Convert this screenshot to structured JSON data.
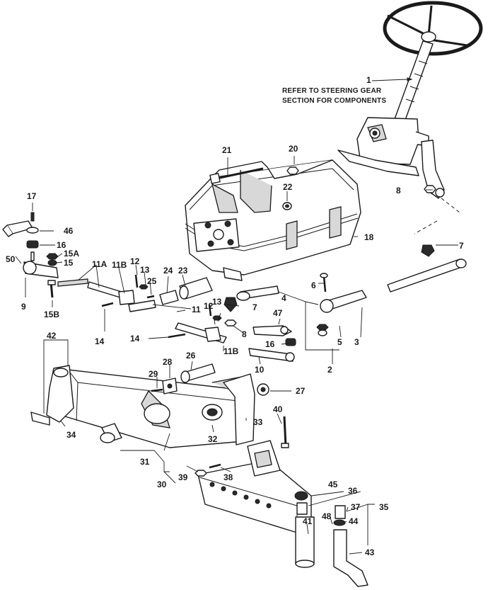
{
  "note": {
    "line1": "REFER TO STEERING GEAR",
    "line2": "SECTION FOR COMPONENTS"
  },
  "callouts": [
    {
      "id": "c1",
      "text": "1"
    },
    {
      "id": "c2",
      "text": "2"
    },
    {
      "id": "c3",
      "text": "3"
    },
    {
      "id": "c4",
      "text": "4"
    },
    {
      "id": "c5",
      "text": "5"
    },
    {
      "id": "c6",
      "text": "6"
    },
    {
      "id": "c7a",
      "text": "7"
    },
    {
      "id": "c7b",
      "text": "7"
    },
    {
      "id": "c8a",
      "text": "8"
    },
    {
      "id": "c8b",
      "text": "8"
    },
    {
      "id": "c9",
      "text": "9"
    },
    {
      "id": "c10",
      "text": "10"
    },
    {
      "id": "c11",
      "text": "11"
    },
    {
      "id": "c11a",
      "text": "11A"
    },
    {
      "id": "c11b1",
      "text": "11B"
    },
    {
      "id": "c11b2",
      "text": "11B"
    },
    {
      "id": "c12a",
      "text": "12"
    },
    {
      "id": "c12b",
      "text": "12"
    },
    {
      "id": "c13a",
      "text": "13"
    },
    {
      "id": "c13b",
      "text": "13"
    },
    {
      "id": "c14a",
      "text": "14"
    },
    {
      "id": "c14b",
      "text": "14"
    },
    {
      "id": "c15",
      "text": "15"
    },
    {
      "id": "c15a",
      "text": "15A"
    },
    {
      "id": "c15b",
      "text": "15B"
    },
    {
      "id": "c16a",
      "text": "16"
    },
    {
      "id": "c16b",
      "text": "16"
    },
    {
      "id": "c17",
      "text": "17"
    },
    {
      "id": "c18",
      "text": "18"
    },
    {
      "id": "c20",
      "text": "20"
    },
    {
      "id": "c21",
      "text": "21"
    },
    {
      "id": "c22",
      "text": "22"
    },
    {
      "id": "c23",
      "text": "23"
    },
    {
      "id": "c24",
      "text": "24"
    },
    {
      "id": "c25",
      "text": "25"
    },
    {
      "id": "c26",
      "text": "26"
    },
    {
      "id": "c27",
      "text": "27"
    },
    {
      "id": "c28",
      "text": "28"
    },
    {
      "id": "c29",
      "text": "29"
    },
    {
      "id": "c30",
      "text": "30"
    },
    {
      "id": "c31",
      "text": "31"
    },
    {
      "id": "c32",
      "text": "32"
    },
    {
      "id": "c33",
      "text": "33"
    },
    {
      "id": "c34",
      "text": "34"
    },
    {
      "id": "c35",
      "text": "35"
    },
    {
      "id": "c36",
      "text": "36"
    },
    {
      "id": "c37",
      "text": "37"
    },
    {
      "id": "c38",
      "text": "38"
    },
    {
      "id": "c39",
      "text": "39"
    },
    {
      "id": "c40",
      "text": "40"
    },
    {
      "id": "c41",
      "text": "41"
    },
    {
      "id": "c42",
      "text": "42"
    },
    {
      "id": "c43",
      "text": "43"
    },
    {
      "id": "c44",
      "text": "44"
    },
    {
      "id": "c45",
      "text": "45"
    },
    {
      "id": "c46",
      "text": "46"
    },
    {
      "id": "c47",
      "text": "47"
    },
    {
      "id": "c48",
      "text": "48"
    },
    {
      "id": "c50",
      "text": "50"
    }
  ]
}
